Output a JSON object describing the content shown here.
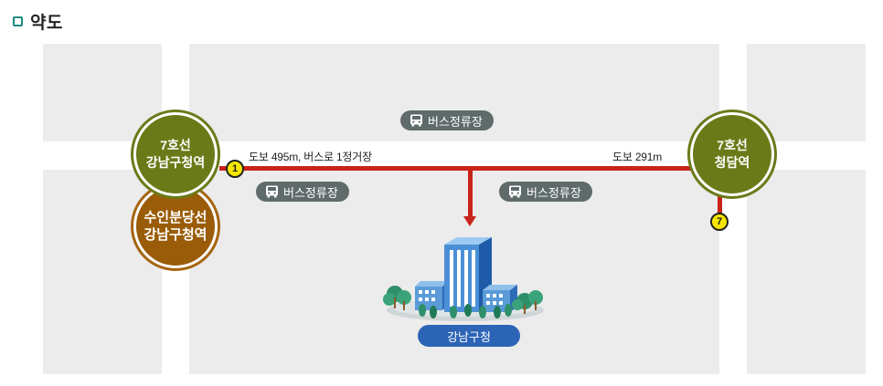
{
  "title": "약도",
  "stations": {
    "cheongdam": {
      "line": "7호선",
      "name": "청담역"
    },
    "gangnam_gu_line7": {
      "line": "7호선",
      "name": "강남구청역"
    },
    "gangnam_gu_bundang": {
      "line": "수인분당선",
      "name": "강남구청역"
    }
  },
  "exits": {
    "left": "1",
    "right": "7"
  },
  "routes": {
    "left_text": "도보 495m, 버스로 1정거장",
    "right_text": "도보 291m"
  },
  "bus_stops": [
    {
      "label": "버스정류장"
    },
    {
      "label": "버스정류장"
    },
    {
      "label": "버스정류장"
    }
  ],
  "destination": {
    "label": "강남구청"
  },
  "colors": {
    "line7": "#6b7a18",
    "bundang": "#9a5c08",
    "route": "#c9231a",
    "bus_label_bg": "#5f6b6a",
    "destination_bg": "#2c64b6",
    "exit_badge": "#f4e600",
    "title_bullet": "#1f8a80"
  },
  "icons": {
    "bus": "bus-icon",
    "building": "building-icon",
    "arrow": "arrow-down-icon"
  }
}
